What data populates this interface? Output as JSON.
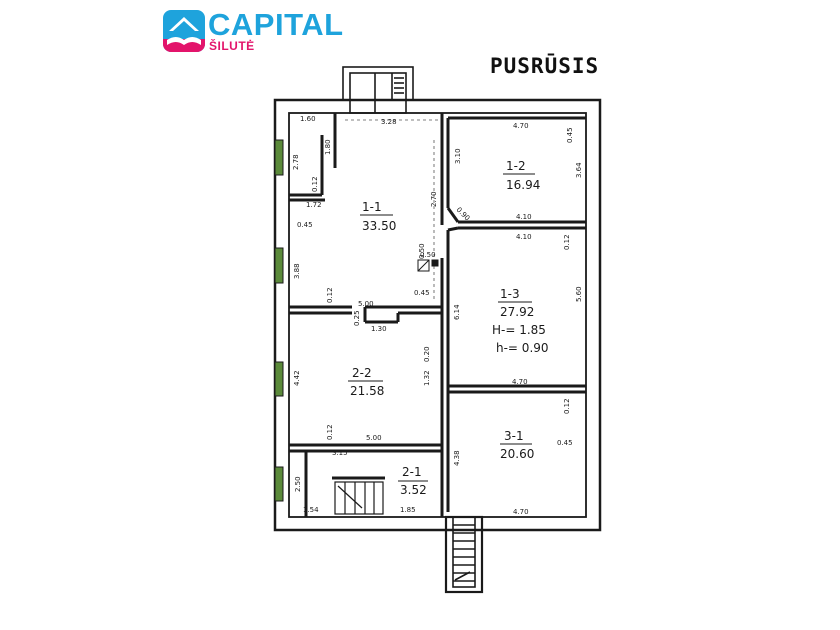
{
  "brand": {
    "name": "CAPITAL",
    "sub": "ŠILUTĖ",
    "colors": {
      "blue": "#1ea3dc",
      "pink": "#e3146b"
    },
    "icon": "house-book-icon"
  },
  "plan": {
    "title": "PUSRŪSIS",
    "rooms": {
      "r11": {
        "id": "1-1",
        "area": "33.50"
      },
      "r12": {
        "id": "1-2",
        "area": "16.94"
      },
      "r13": {
        "id": "1-3",
        "area": "27.92",
        "H": "H-= 1.85",
        "h": "h-= 0.90"
      },
      "r22": {
        "id": "2-2",
        "area": "21.58"
      },
      "r21": {
        "id": "2-1",
        "area": "3.52"
      },
      "r31": {
        "id": "3-1",
        "area": "20.60"
      }
    },
    "dims": {
      "d1": "1.60",
      "d2": "3.28",
      "d3": "2.78",
      "d4": "1.80",
      "d5": "0.12",
      "d6": "3.10",
      "d7": "1.72",
      "d8": "2.70",
      "d9": "0.45",
      "d10": "3.88",
      "d11": "0.50",
      "d12": "0.50",
      "d13": "0.45",
      "d14": "0.12",
      "d15": "5.00",
      "d16": "0.90",
      "d17": "4.70",
      "d18": "0.45",
      "d19": "3.64",
      "d20": "4.10",
      "d21": "4.10",
      "d22": "0.12",
      "d23": "5.60",
      "d24": "6.14",
      "d25": "0.25",
      "d26": "1.30",
      "d27": "0.20",
      "d28": "4.42",
      "d29": "1.32",
      "d30": "0.12",
      "d31": "5.00",
      "d32": "4.70",
      "d33": "0.12",
      "d34": "0.45",
      "d35": "4.38",
      "d36": "3.15",
      "d37": "2.50",
      "d38": "1.54",
      "d39": "1.85",
      "d40": "4.70"
    }
  }
}
